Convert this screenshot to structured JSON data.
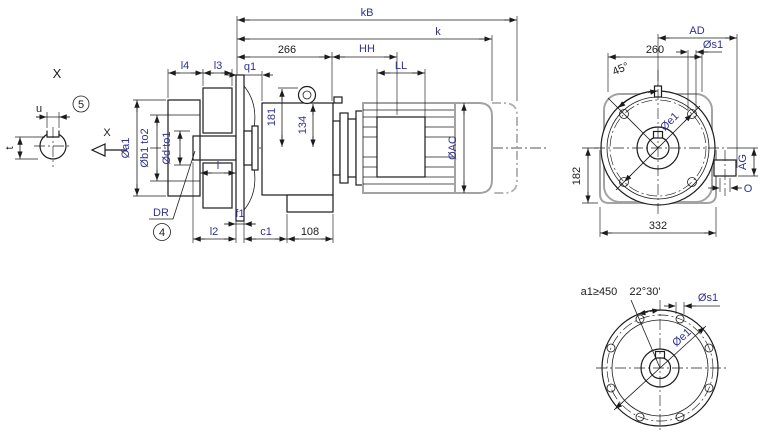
{
  "views": {
    "shaft_detail": {
      "title": "X",
      "section_label": "X",
      "balloon": "5",
      "dims": {
        "u": "u",
        "t": "t"
      }
    },
    "side_view": {
      "balloon": "4",
      "dims": {
        "kB": "kB",
        "k": "k",
        "overall_266": "266",
        "HH": "HH",
        "q1": "q1",
        "LL": "LL",
        "l4": "l4",
        "l3": "l3",
        "dia_a1": "Øa1",
        "dia_b1": "Øb1 to2",
        "dia_d": "Ød to1",
        "l": "l",
        "DR": "DR",
        "f1": "f1",
        "l2": "l2",
        "c1": "c1",
        "foot_108": "108",
        "height_181": "181",
        "height_134": "134",
        "dia_AC": "ØAC"
      }
    },
    "front_view": {
      "dims": {
        "AD": "AD",
        "width_260": "260",
        "angle_45": "45°",
        "dia_s1": "Øs1",
        "dia_e1": "Øe1",
        "height_182": "182",
        "base_332": "332",
        "AG": "AG",
        "O": "O"
      }
    },
    "flange_view": {
      "dims": {
        "a1_condition": "a1≥450",
        "angle_22_30": "22°30'",
        "dia_s1": "Øs1",
        "dia_e1": "Øe1"
      }
    }
  },
  "colors": {
    "line": "#1c1c1c",
    "grey_line": "#a3a3a3",
    "variable_text": "#2e3192",
    "number_text": "#1c1c1c"
  }
}
